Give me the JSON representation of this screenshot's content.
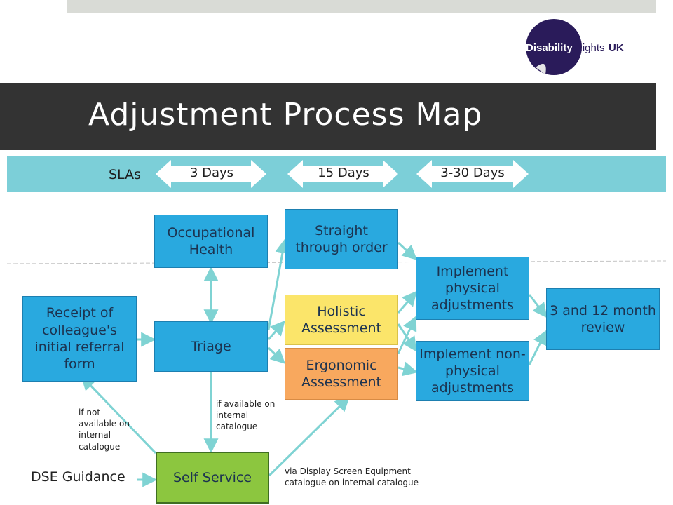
{
  "header": {
    "title": "Adjustment Process Map",
    "logo": {
      "text_bold": "Disability",
      "text_light": "Rights",
      "text_suffix": "UK",
      "circle_color": "#2a1b5a"
    }
  },
  "sla": {
    "label": "SLAs",
    "arrows": [
      "3 Days",
      "15 Days",
      "3-30 Days"
    ],
    "band_color": "#7ccfd8"
  },
  "boxes": {
    "referral": "Receipt of colleague's initial referral form",
    "occupational": "Occupational Health",
    "triage": "Triage",
    "straight": "Straight through order",
    "holistic": "Holistic Assessment",
    "ergonomic": "Ergonomic Assessment",
    "physical": "Implement physical adjustments",
    "nonphysical": "Implement non-physical adjustments",
    "review": "3 and 12 month review",
    "self_service": "Self Service"
  },
  "notes": {
    "if_not_available": "if not available on internal catalogue",
    "if_available": "if available on internal catalogue",
    "via_dse": "via Display Screen Equipment catalogue on internal catalogue",
    "dse_guidance": "DSE Guidance"
  },
  "colors": {
    "blue_box": "#29a9df",
    "yellow_box": "#fbe56a",
    "orange_box": "#f8a85e",
    "green_box": "#8cc63f",
    "connector": "#7fd3d3"
  }
}
